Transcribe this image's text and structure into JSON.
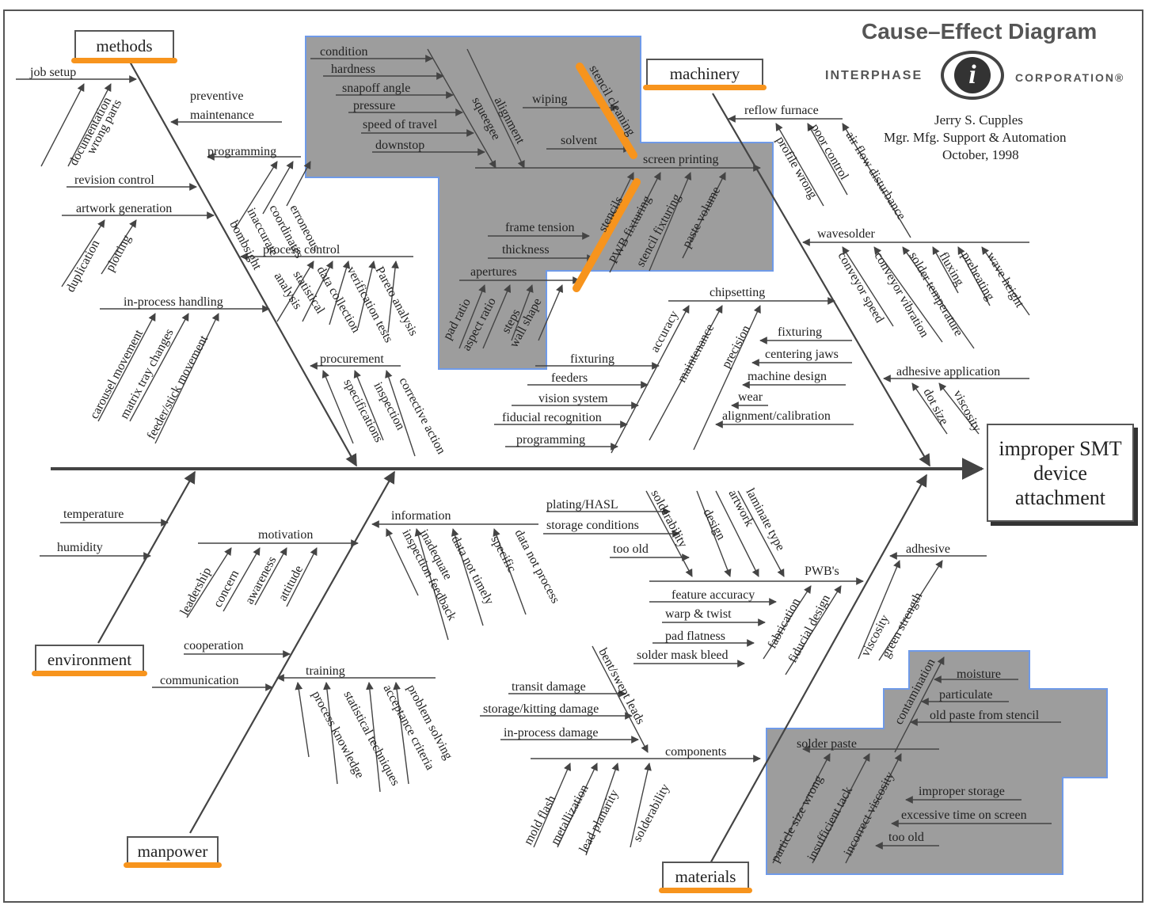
{
  "header": {
    "title": "Cause–Effect Diagram",
    "company_left": "INTERPHASE",
    "logo_letter": "i",
    "company_right": "CORPORATION®",
    "author": "Jerry S. Cupples",
    "role": "Mgr. Mfg. Support & Automation",
    "date": "October, 1998"
  },
  "effect": {
    "line1": "improper SMT",
    "line2": "device",
    "line3": "attachment"
  },
  "colors": {
    "highlight_orange": "#f7941d",
    "shaded_region": "#9d9d9d",
    "shaded_border": "#6f9ae8"
  },
  "categories": {
    "methods": "methods",
    "machinery": "machinery",
    "environment": "environment",
    "manpower": "manpower",
    "materials": "materials"
  },
  "labels": [
    "job setup",
    "documentation",
    "wrong parts",
    "preventive",
    "maintenance",
    "programming",
    "bombsight",
    "inaccurate",
    "coordinates",
    "erroneous",
    "revision control",
    "artwork generation",
    "duplication",
    "plotting",
    "process control",
    "analysis",
    "statistical",
    "data collection",
    "verification tests",
    "Pareto analysis",
    "in-process handling",
    "carousel movement",
    "matrix tray changes",
    "feeder/stick movement",
    "procurement",
    "specifications",
    "inspection",
    "corrective action",
    "condition",
    "hardness",
    "snapoff angle",
    "pressure",
    "speed of travel",
    "downstop",
    "squeegee",
    "alignment",
    "wiping",
    "solvent",
    "stencil cleaning",
    "screen printing",
    "frame tension",
    "thickness",
    "apertures",
    "pad ratio",
    "aspect ratio",
    "steps",
    "wall shape",
    "stencils",
    "PWB fixturing",
    "stencil fixturing",
    "paste volume",
    "reflow furnace",
    "profile wrong",
    "poor control",
    "air flow disturbance",
    "wavesolder",
    "conveyor speed",
    "conveyor vibration",
    "solder temperature",
    "fluxing",
    "preheating",
    "wave height",
    "chipsetting",
    "accuracy",
    "maintenance",
    "precision",
    "fixturing",
    "centering jaws",
    "machine design",
    "wear",
    "alignment/calibration",
    "fixturing",
    "feeders",
    "vision system",
    "fiducial recognition",
    "programming",
    "adhesive application",
    "dot size",
    "viscosity",
    "temperature",
    "humidity",
    "motivation",
    "leadership",
    "concern",
    "awareness",
    "attitude",
    "cooperation",
    "communication",
    "training",
    "process knowledge",
    "statistical techniques",
    "acceptance criteria",
    "problem solving",
    "information",
    "inspection feedback",
    "inadequate",
    "data not timely",
    "specific",
    "data not process",
    "plating/HASL",
    "storage conditions",
    "too old",
    "solderability",
    "design",
    "artwork",
    "laminate type",
    "PWB's",
    "feature accuracy",
    "warp & twist",
    "pad flatness",
    "solder mask bleed",
    "fabrication",
    "fiducial design",
    "adhesive",
    "viscosity",
    "green strength",
    "transit damage",
    "storage/kitting damage",
    "in-process damage",
    "bent/swept leads",
    "components",
    "mold flash",
    "metallization",
    "lead planarity",
    "solderability",
    "contamination",
    "moisture",
    "particulate",
    "old paste from stencil",
    "solder paste",
    "particle size wrong",
    "insufficient tack",
    "incorrect viscosity",
    "improper storage",
    "excessive time on screen",
    "too old"
  ]
}
